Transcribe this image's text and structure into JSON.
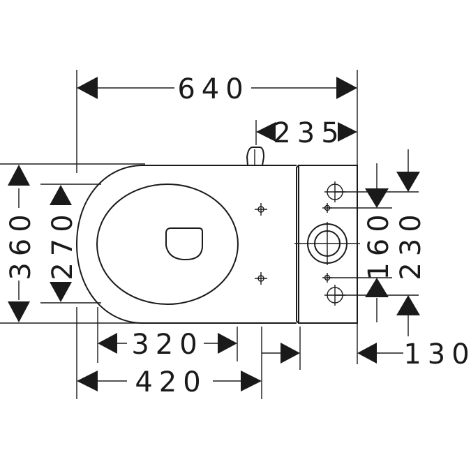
{
  "dimensions": {
    "overall_width": "640",
    "tank_offset": "235",
    "overall_depth": "360",
    "bowl_depth": "270",
    "seat_length": "320",
    "bowl_length": "420",
    "fixing_spacing": "160",
    "outer_fixing_spacing": "230",
    "tank_depth": "130"
  }
}
